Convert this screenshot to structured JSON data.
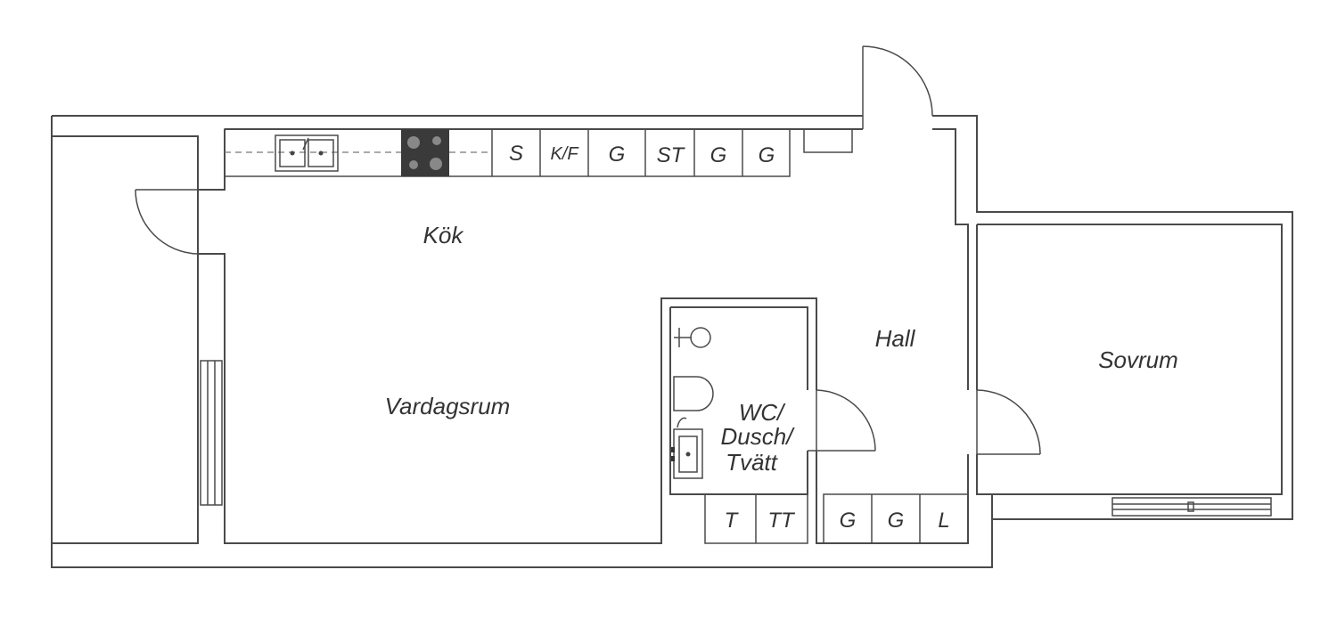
{
  "rooms": {
    "kitchen": "Kök",
    "living": "Vardagsrum",
    "hall": "Hall",
    "bedroom": "Sovrum",
    "bath_line1": "WC/",
    "bath_line2": "Dusch/",
    "bath_line3": "Tvätt"
  },
  "kitchen_cabinets": [
    "S",
    "K/F",
    "G",
    "ST",
    "G",
    "G"
  ],
  "bath_cabinets": [
    "T",
    "TT"
  ],
  "hall_cabinets": [
    "G",
    "G",
    "L"
  ],
  "colors": {
    "wall": "#4a4a4a",
    "stove": "#3a3a3a",
    "background": "#ffffff"
  }
}
